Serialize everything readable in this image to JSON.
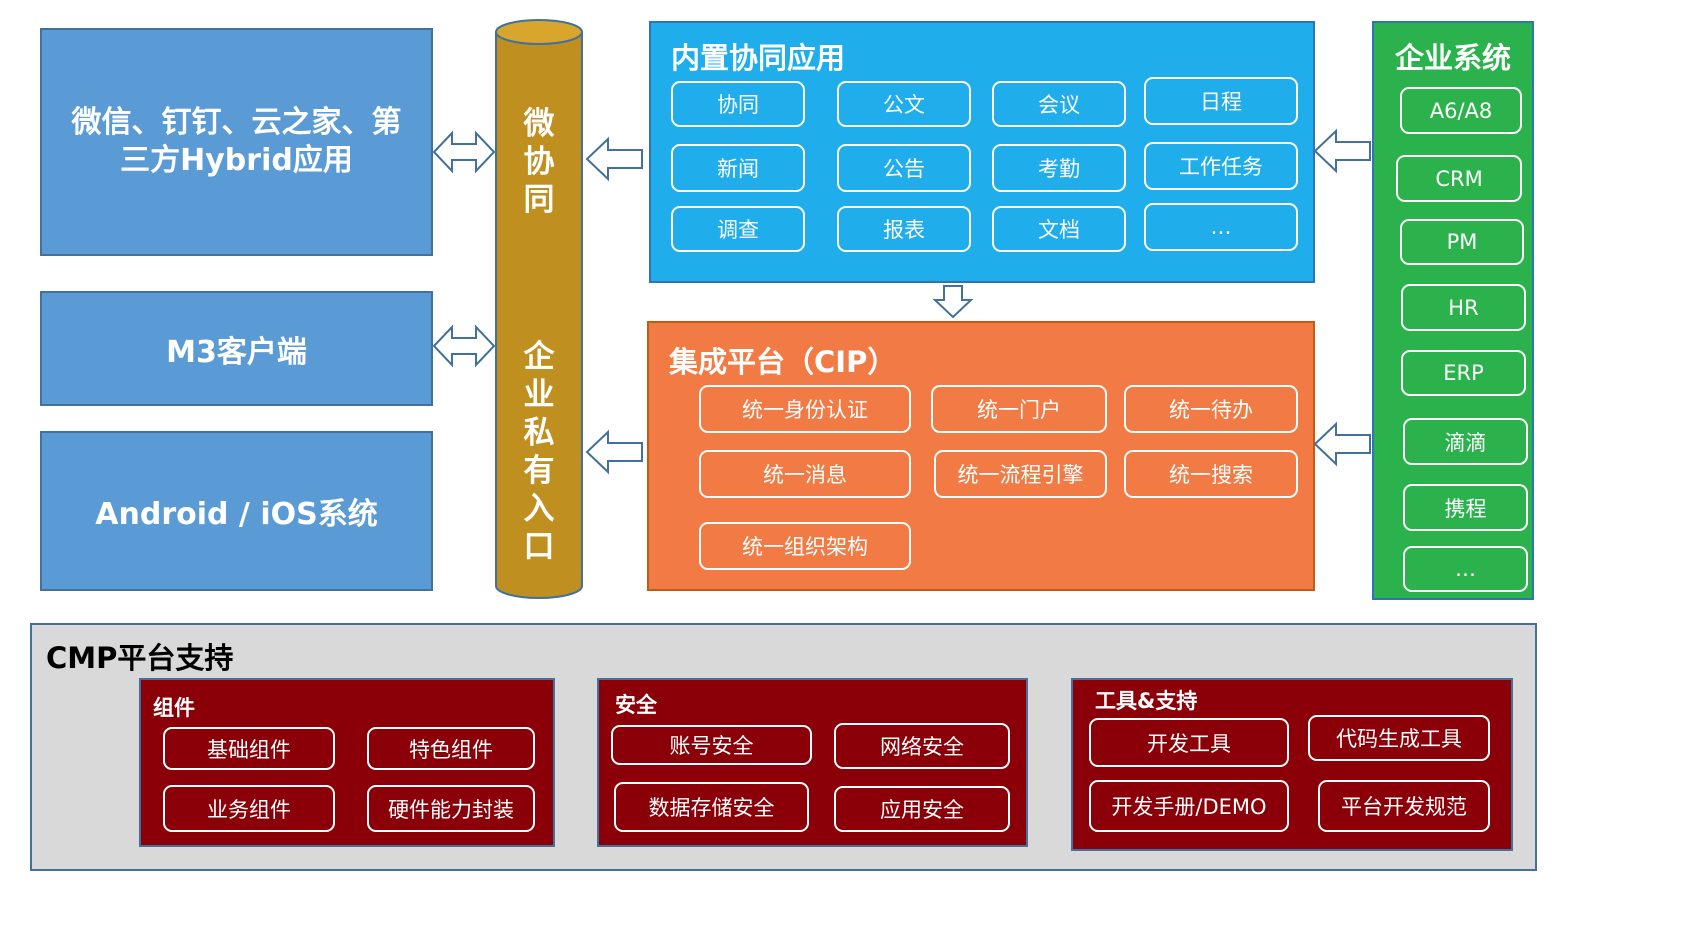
{
  "colors": {
    "left_box": "#5b9bd5",
    "cylinder": "#bf9020",
    "builtin_panel": "#1fadec",
    "cip_panel": "#f27b45",
    "enterprise_panel": "#2bb24c",
    "cmp_panel": "#d9d9d9",
    "cmp_group": "#8b0008"
  },
  "left_boxes": {
    "hybrid": "微信、钉钉、云之家、第三方Hybrid应用",
    "m3": "M3客户端",
    "android": "Android / iOS系统"
  },
  "cylinder": {
    "top_text": [
      "微",
      "协",
      "同"
    ],
    "bottom_text": [
      "企",
      "业",
      "私",
      "有",
      "入",
      "口"
    ]
  },
  "builtin": {
    "title": "内置协同应用",
    "items": [
      "协同",
      "公文",
      "会议",
      "日程",
      "新闻",
      "公告",
      "考勤",
      "工作任务",
      "调查",
      "报表",
      "文档",
      "…"
    ]
  },
  "cip": {
    "title": "集成平台（CIP）",
    "items": [
      "统一身份认证",
      "统一门户",
      "统一待办",
      "统一消息",
      "统一流程引擎",
      "统一搜索",
      "统一组织架构"
    ]
  },
  "enterprise": {
    "title": "企业系统",
    "items": [
      "A6/A8",
      "CRM",
      "PM",
      "HR",
      "ERP",
      "滴滴",
      "携程",
      "…"
    ]
  },
  "cmp": {
    "title": "CMP平台支持",
    "groups": [
      {
        "title": "组件",
        "items": [
          "基础组件",
          "特色组件",
          "业务组件",
          "硬件能力封装"
        ]
      },
      {
        "title": "安全",
        "items": [
          "账号安全",
          "网络安全",
          "数据存储安全",
          "应用安全"
        ]
      },
      {
        "title": "工具&支持",
        "items": [
          "开发工具",
          "代码生成工具",
          "开发手册/DEMO",
          "平台开发规范"
        ]
      }
    ]
  }
}
